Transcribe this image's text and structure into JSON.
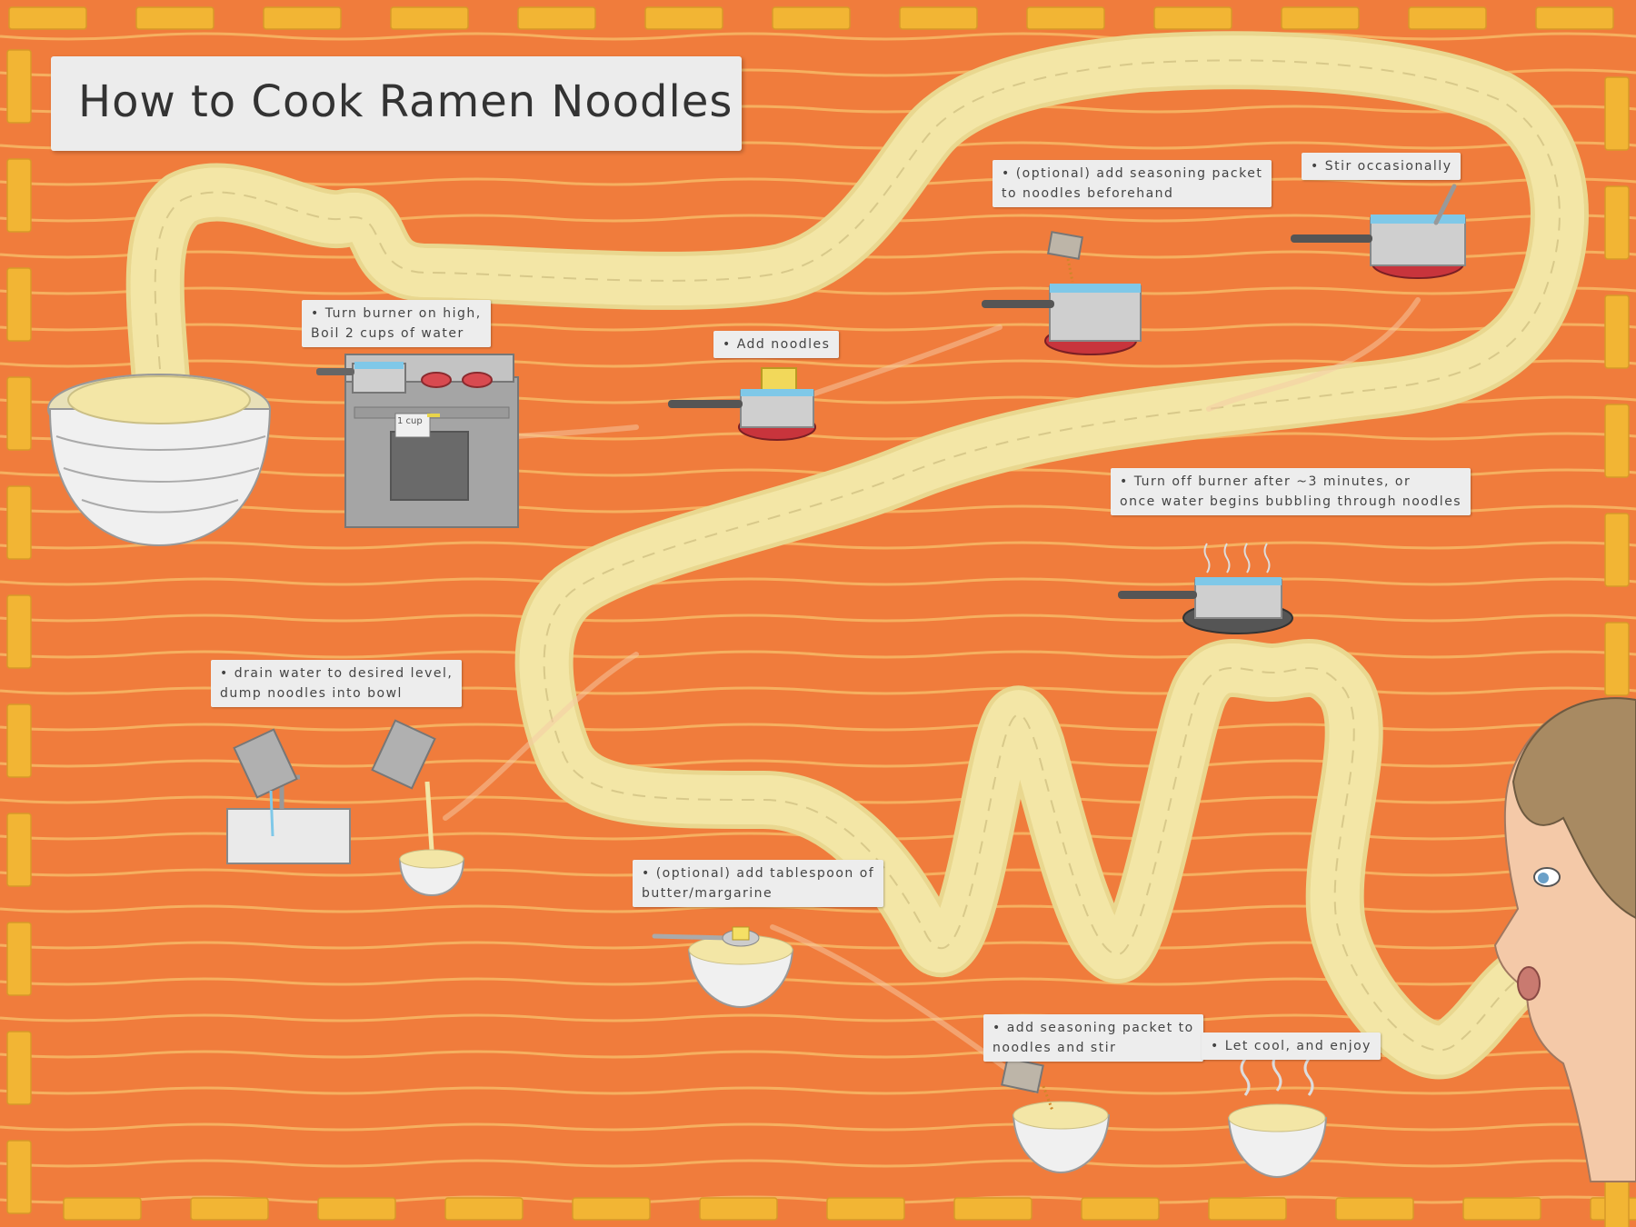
{
  "title": "How to Cook Ramen Noodles",
  "colors": {
    "background": "#f07c3c",
    "stripe": "#f6b060",
    "border_noodle": "#f2b534",
    "noodle": "#f3e6a6",
    "card": "#ececec",
    "pot": "#c8c8c8",
    "burner": "#c8343c"
  },
  "steps": [
    {
      "line1": "• Turn burner on high,",
      "line2": "Boil 2 cups of water"
    },
    {
      "line1": "• Add noodles",
      "line2": ""
    },
    {
      "line1": "• (optional) add seasoning packet",
      "line2": "to noodles beforehand"
    },
    {
      "line1": "• Stir occasionally",
      "line2": ""
    },
    {
      "line1": "• Turn off burner after ~3 minutes, or",
      "line2": "once water begins bubbling through noodles"
    },
    {
      "line1": "• drain water to desired level,",
      "line2": "dump noodles into bowl"
    },
    {
      "line1": "• (optional) add tablespoon of",
      "line2": "butter/margarine"
    },
    {
      "line1": "• add seasoning packet to",
      "line2": "noodles and stir"
    },
    {
      "line1": "• Let cool, and enjoy",
      "line2": ""
    }
  ],
  "cup_label": "1 cup"
}
